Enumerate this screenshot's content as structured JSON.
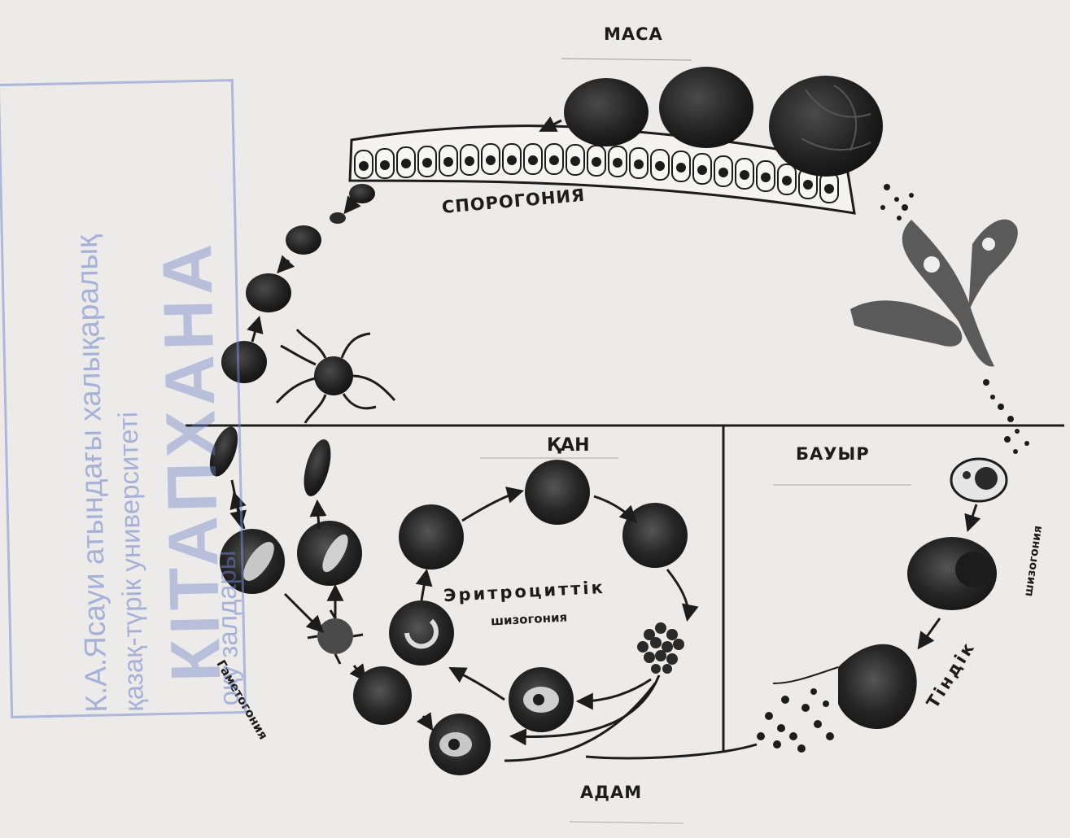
{
  "labels": {
    "masa": "МАСА",
    "sporogoniya": "СПОРОГОНИЯ",
    "qan": "ҚАН",
    "bauyr": "БАУЫР",
    "eritrotsittik": "Эритроциттік",
    "shizogoniya_center": "шизогония",
    "adam": "АДАМ",
    "gametogoniya": "Гаметогония",
    "tindik": "Тіндік",
    "shizogoniya_right": "шизогония"
  },
  "stamp": {
    "line1": "К.А.Ясауи атындағы халықаралық",
    "line2": "қазақ-түрік университеті",
    "line3": "КІТАПХАНА",
    "line4": "оқу залдары"
  },
  "colors": {
    "ink": "#1c1c1c",
    "paper": "#ecebe9",
    "stamp": "#7c8cc8"
  }
}
